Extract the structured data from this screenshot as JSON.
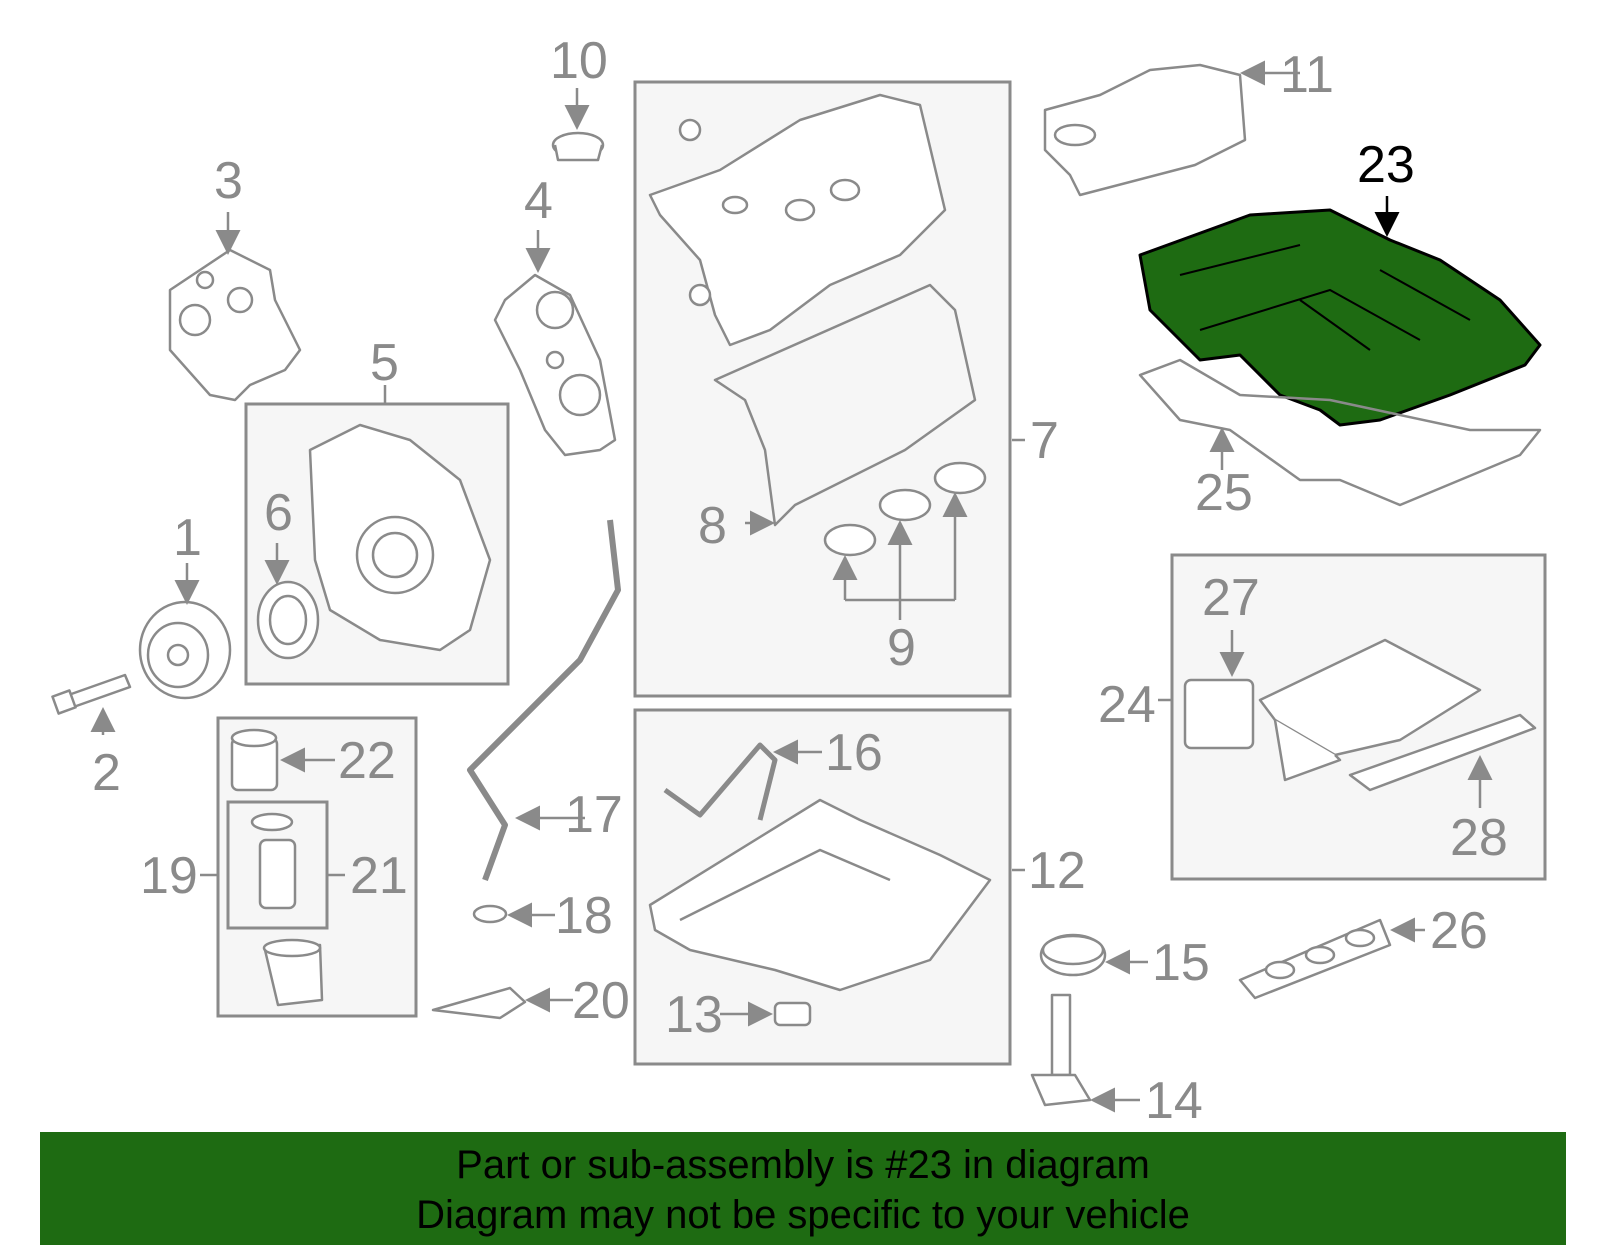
{
  "diagram": {
    "highlight_color": "#1e6b12",
    "callouts": {
      "c1": "1",
      "c2": "2",
      "c3": "3",
      "c4": "4",
      "c5": "5",
      "c6": "6",
      "c7": "7",
      "c8": "8",
      "c9": "9",
      "c10": "10",
      "c11": "11",
      "c12": "12",
      "c13": "13",
      "c14": "14",
      "c15": "15",
      "c16": "16",
      "c17": "17",
      "c18": "18",
      "c19": "19",
      "c20": "20",
      "c21": "21",
      "c22": "22",
      "c23": "23",
      "c24": "24",
      "c25": "25",
      "c26": "26",
      "c27": "27",
      "c28": "28"
    },
    "highlighted_part": "23"
  },
  "banner": {
    "line1": "Part or sub-assembly is #23 in diagram",
    "line2": "Diagram may not be specific to your vehicle"
  }
}
